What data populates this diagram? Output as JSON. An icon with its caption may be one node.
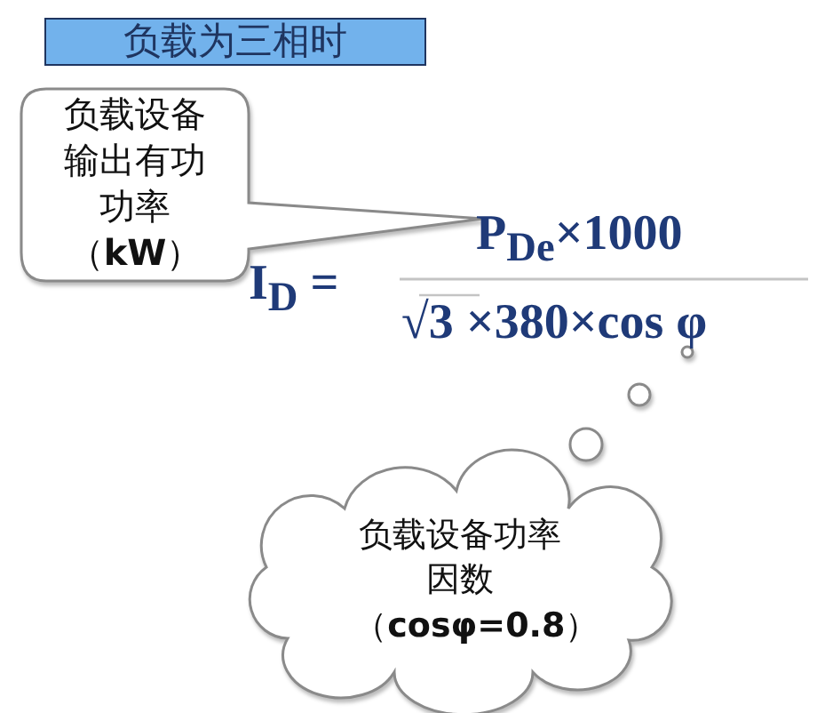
{
  "diagram": {
    "nodes": [
      {
        "text": [
          "负载为三相时"
        ]
      },
      {
        "text": [
          "负载设备输出有功功率（**kW**）"
        ]
      },
      {
        "text": [
          "负载设备功率因数（**cosφ=0.8**）"
        ]
      }
    ],
    "labels": [
      "I$_{D}$ =",
      "P$_{De}$×1000",
      "√3 ×380×cos φ"
    ]
  }
}
